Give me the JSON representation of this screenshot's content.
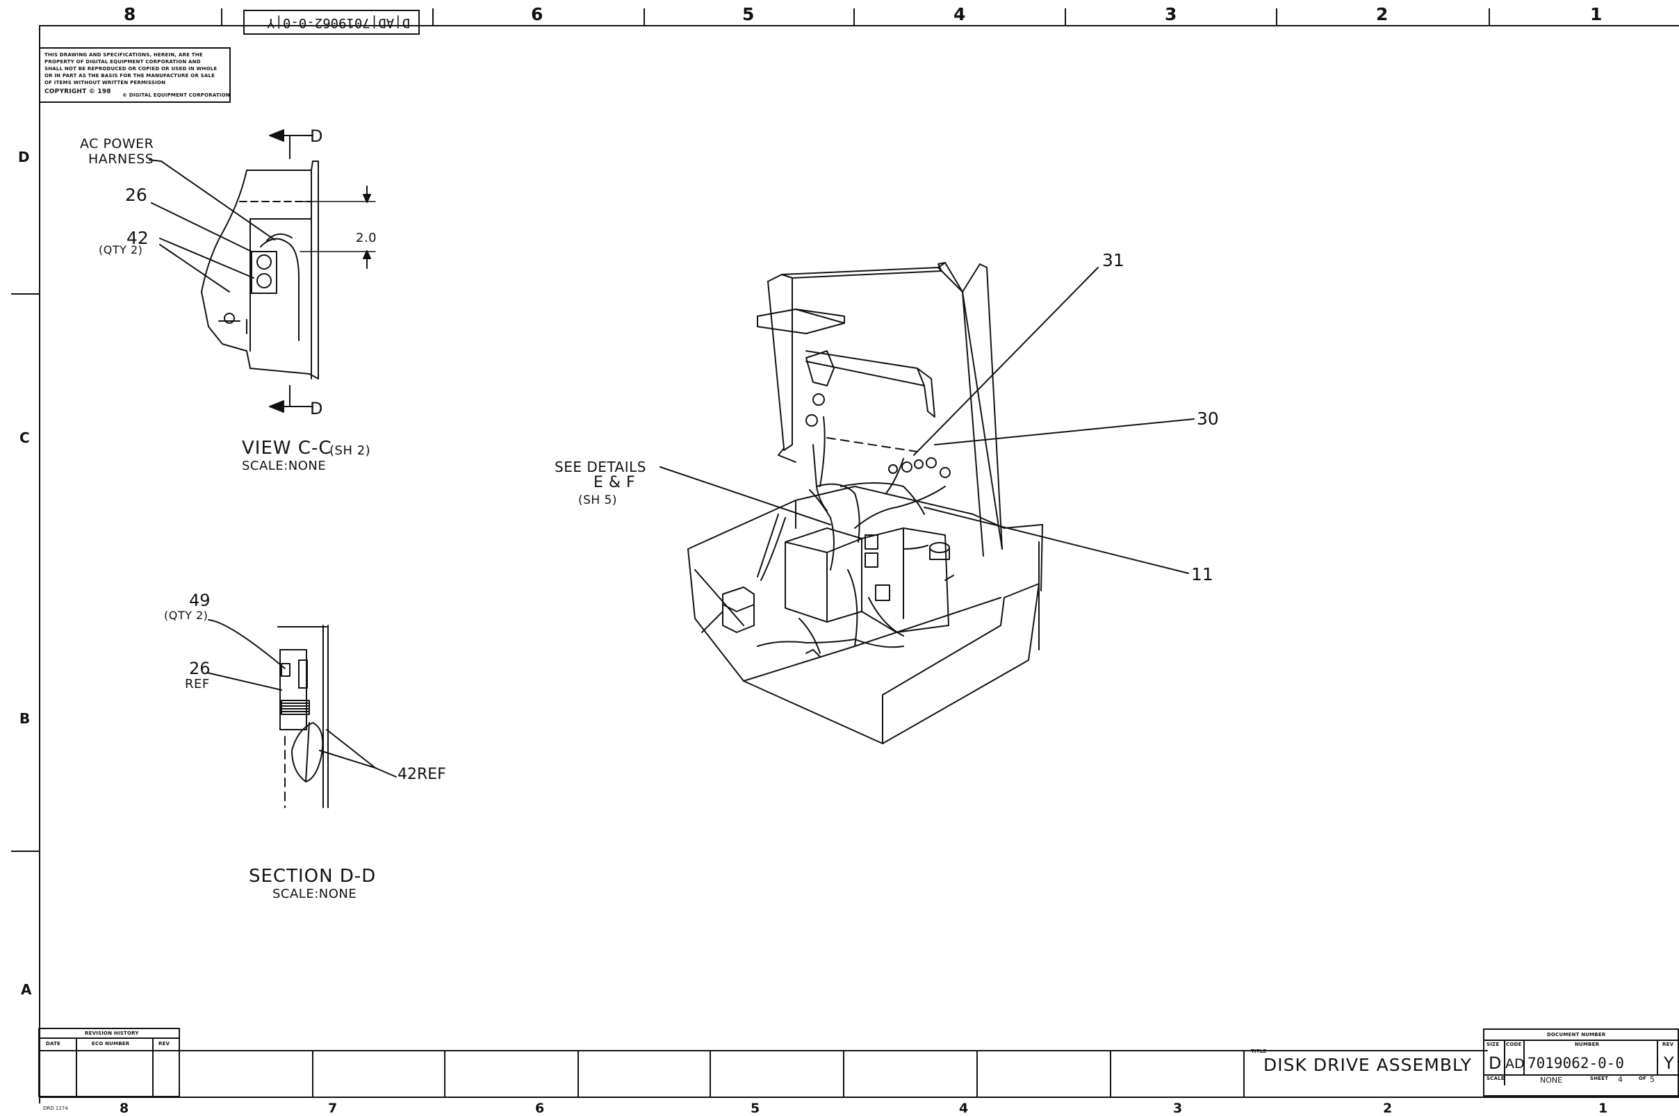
{
  "sheet": {
    "zones_top": [
      "8",
      "6",
      "5",
      "4",
      "3",
      "2",
      "1"
    ],
    "zones_bottom": [
      "8",
      "7",
      "6",
      "5",
      "4",
      "3",
      "2",
      "1"
    ],
    "zones_side": [
      "D",
      "C",
      "B",
      "A"
    ],
    "top_doc_number": "D|AD|7019062-0-0|Y",
    "form_number": "DRD 1274"
  },
  "proprietary_notice": {
    "lines": [
      "THIS DRAWING AND SPECIFICATIONS, HEREIN, ARE THE",
      "PROPERTY OF DIGITAL EQUIPMENT CORPORATION AND",
      "SHALL NOT BE REPRODUCED OR COPIED OR USED IN WHOLE",
      "OR IN PART AS THE BASIS FOR THE MANUFACTURE OR SALE",
      "OF ITEMS WITHOUT WRITTEN PERMISSION"
    ],
    "copyright": "COPYRIGHT © 198",
    "company": "© DIGITAL EQUIPMENT CORPORATION"
  },
  "view_cc": {
    "callouts": {
      "ac_power_line1": "AC POWER",
      "ac_power_line2": "HARNESS",
      "item_26": "26",
      "item_42": "42",
      "item_42_qty": "(QTY 2)",
      "dimension": "2.0",
      "section_mark_top": "D",
      "section_mark_bottom": "D"
    },
    "title": "VIEW C-C",
    "sheet_ref": "(SH 2)",
    "scale": "SCALE:NONE"
  },
  "section_dd": {
    "callouts": {
      "item_49": "49",
      "item_49_qty": "(QTY 2)",
      "item_26": "26",
      "item_26_ref": "REF",
      "item_42_ref": "42REF"
    },
    "title": "SECTION D-D",
    "scale": "SCALE:NONE"
  },
  "main_view": {
    "callouts": {
      "item_31": "31",
      "item_30": "30",
      "item_11": "11",
      "see_details": "SEE DETAILS",
      "details_letters": "E & F",
      "details_sheet": "(SH 5)"
    }
  },
  "revision_history": {
    "heading": "REVISION HISTORY",
    "columns": [
      "DATE",
      "ECO NUMBER",
      "REV"
    ]
  },
  "title_block": {
    "title_caption": "TITLE",
    "title": "DISK DRIVE ASSEMBLY",
    "doc_number_caption": "DOCUMENT NUMBER",
    "size_caption": "SIZE",
    "code_caption": "CODE",
    "number_caption": "NUMBER",
    "rev_caption": "REV",
    "size": "D",
    "code": "AD",
    "number": "7019062-0-0",
    "rev": "Y",
    "scale_caption": "SCALE",
    "scale": "NONE",
    "sheet_caption": "SHEET",
    "sheet": "4",
    "of_caption": "OF",
    "of": "5"
  }
}
